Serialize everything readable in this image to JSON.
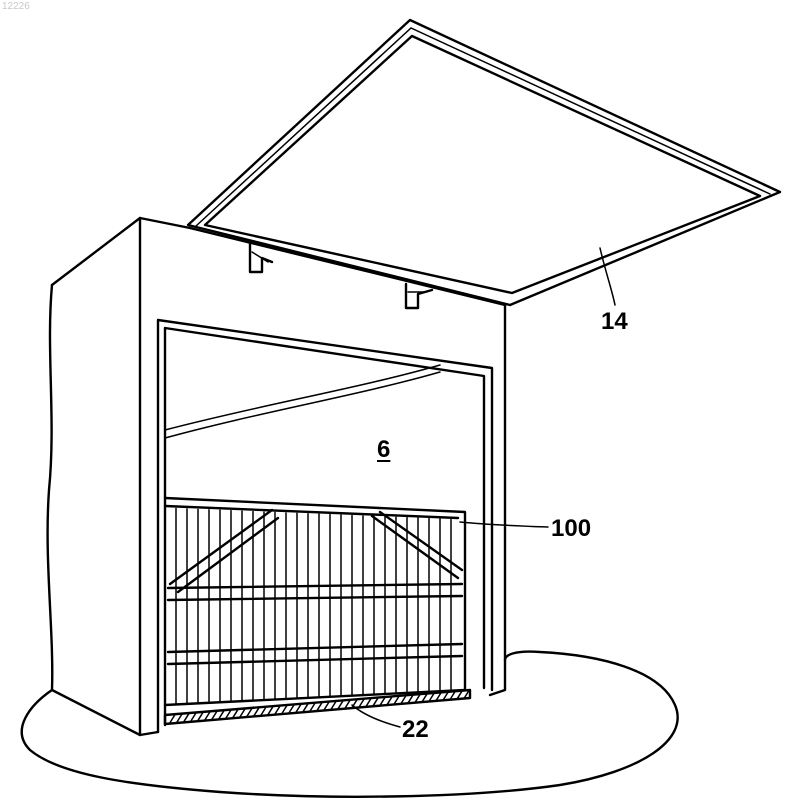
{
  "drawing_id": "12226",
  "references": {
    "ceiling_panel": "14",
    "opening": "6",
    "door": "100",
    "bottom_seal": "22"
  }
}
